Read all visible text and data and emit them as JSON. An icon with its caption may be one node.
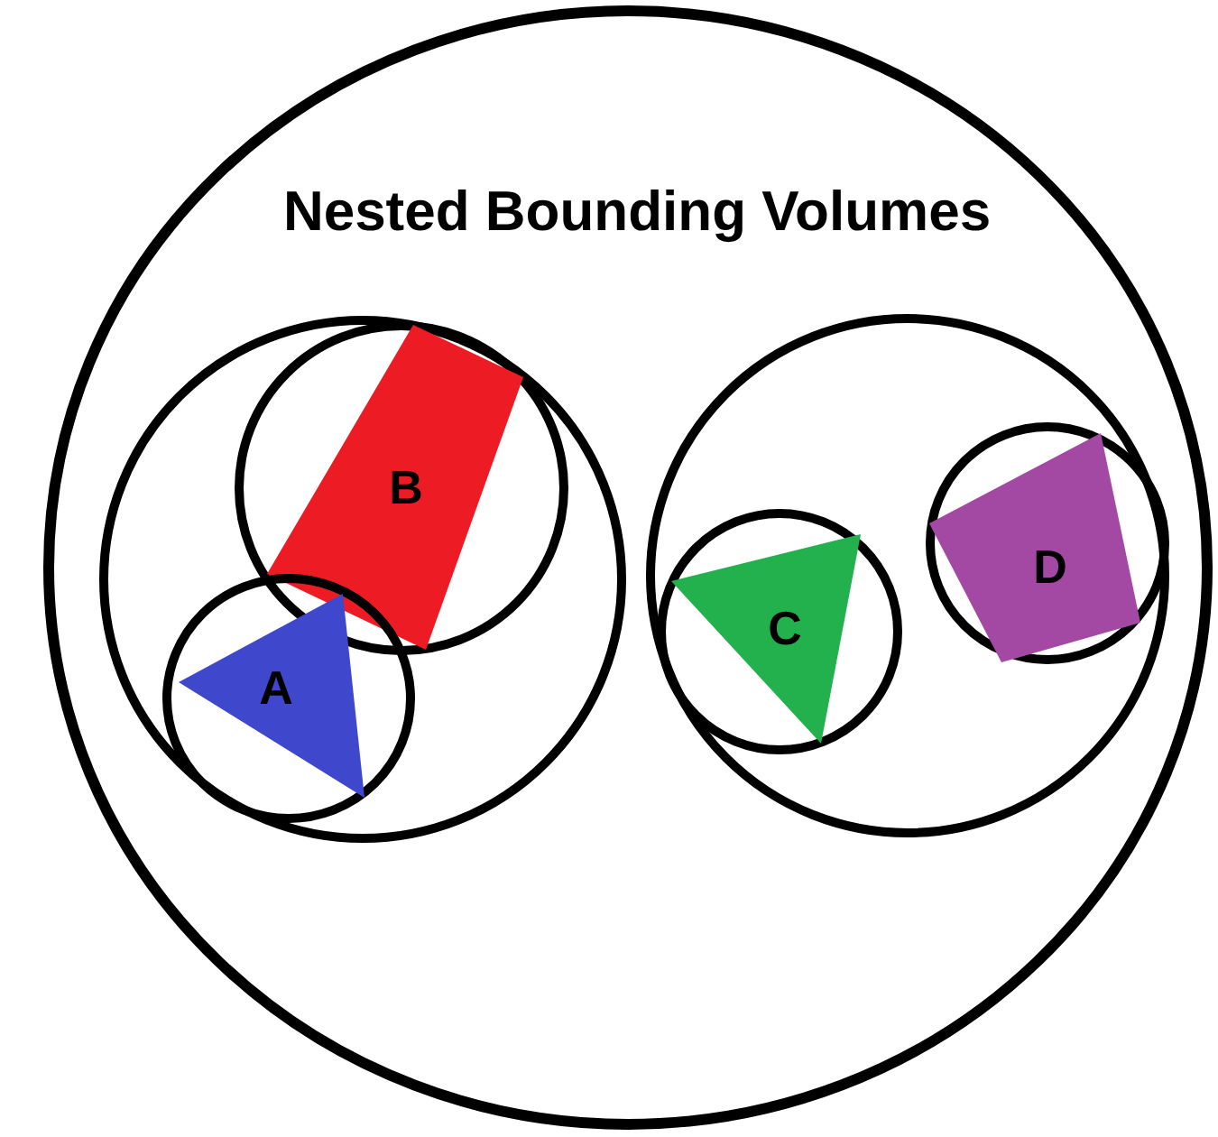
{
  "diagram": {
    "title": "Nested Bounding Volumes",
    "nodes": [
      {
        "text": [],
        "shape": "circle"
      },
      {
        "text": [],
        "shape": "circle",
        "in": 0
      },
      {
        "text": [],
        "shape": "circle",
        "in": 1
      },
      {
        "text": [
          "B"
        ],
        "in": 2
      },
      {
        "text": [],
        "shape": "circle",
        "in": 1
      },
      {
        "text": [
          "A"
        ],
        "in": 4
      },
      {
        "text": [],
        "shape": "circle",
        "in": 0
      },
      {
        "text": [],
        "shape": "circle",
        "in": 6
      },
      {
        "text": [
          "C"
        ],
        "in": 7
      },
      {
        "text": [],
        "shape": "circle",
        "in": 6
      },
      {
        "text": [
          "D"
        ],
        "in": 9
      }
    ]
  }
}
